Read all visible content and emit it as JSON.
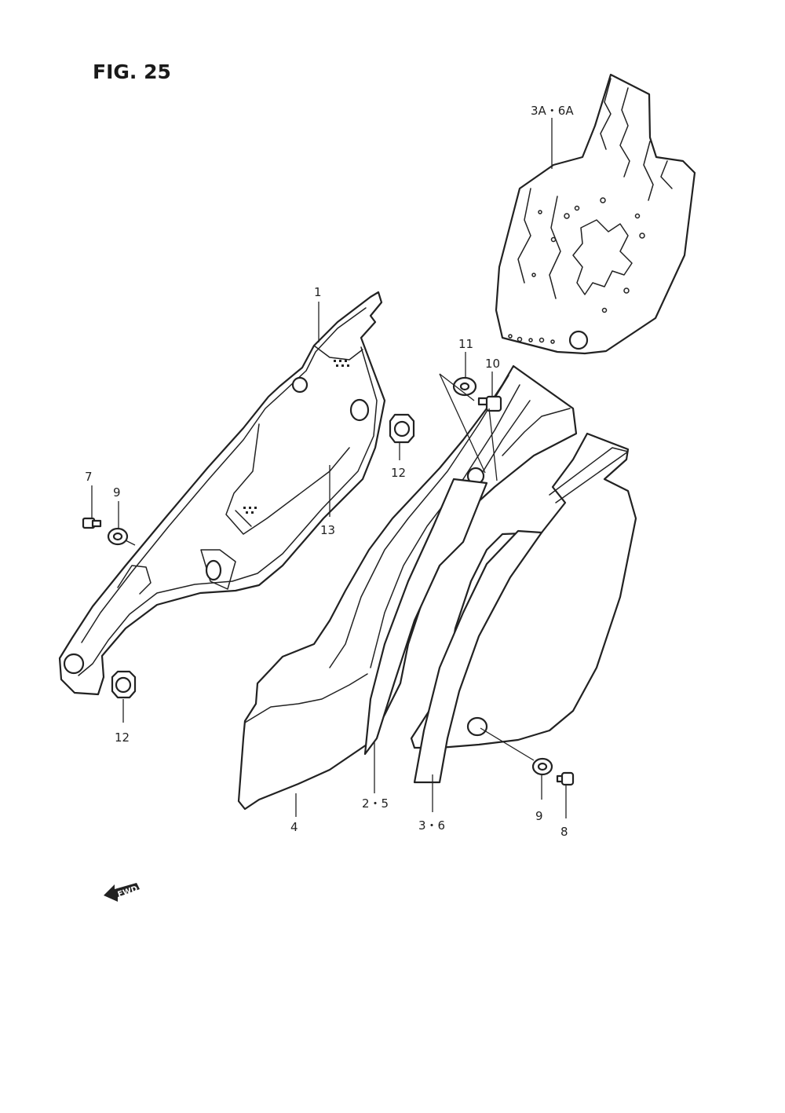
{
  "figure": {
    "title": "FIG. 25",
    "fwd_label": "FWD"
  },
  "callouts": {
    "c1": "1",
    "c3a6a": "3A・6A",
    "c11": "11",
    "c10": "10",
    "c12_upper": "12",
    "c7": "7",
    "c9_left": "9",
    "c13": "13",
    "c12_lower": "12",
    "c4": "4",
    "c25": "2・5",
    "c36": "3・6",
    "c9_right": "9",
    "c8": "8"
  }
}
